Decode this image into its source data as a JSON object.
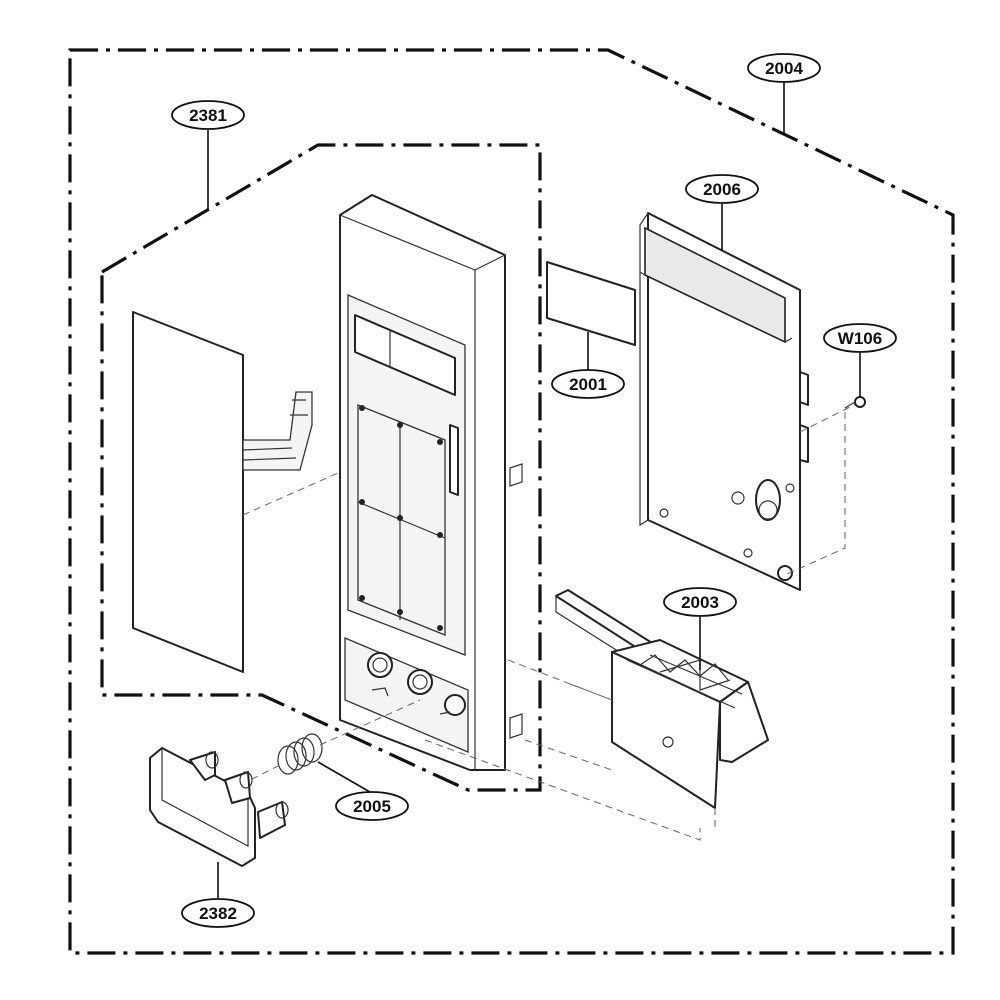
{
  "diagram": {
    "callouts": [
      {
        "id": "2004",
        "label": "2004"
      },
      {
        "id": "2381",
        "label": "2381"
      },
      {
        "id": "2006",
        "label": "2006"
      },
      {
        "id": "W106",
        "label": "W106"
      },
      {
        "id": "2001",
        "label": "2001"
      },
      {
        "id": "2003",
        "label": "2003"
      },
      {
        "id": "2005",
        "label": "2005"
      },
      {
        "id": "2382",
        "label": "2382"
      }
    ]
  }
}
